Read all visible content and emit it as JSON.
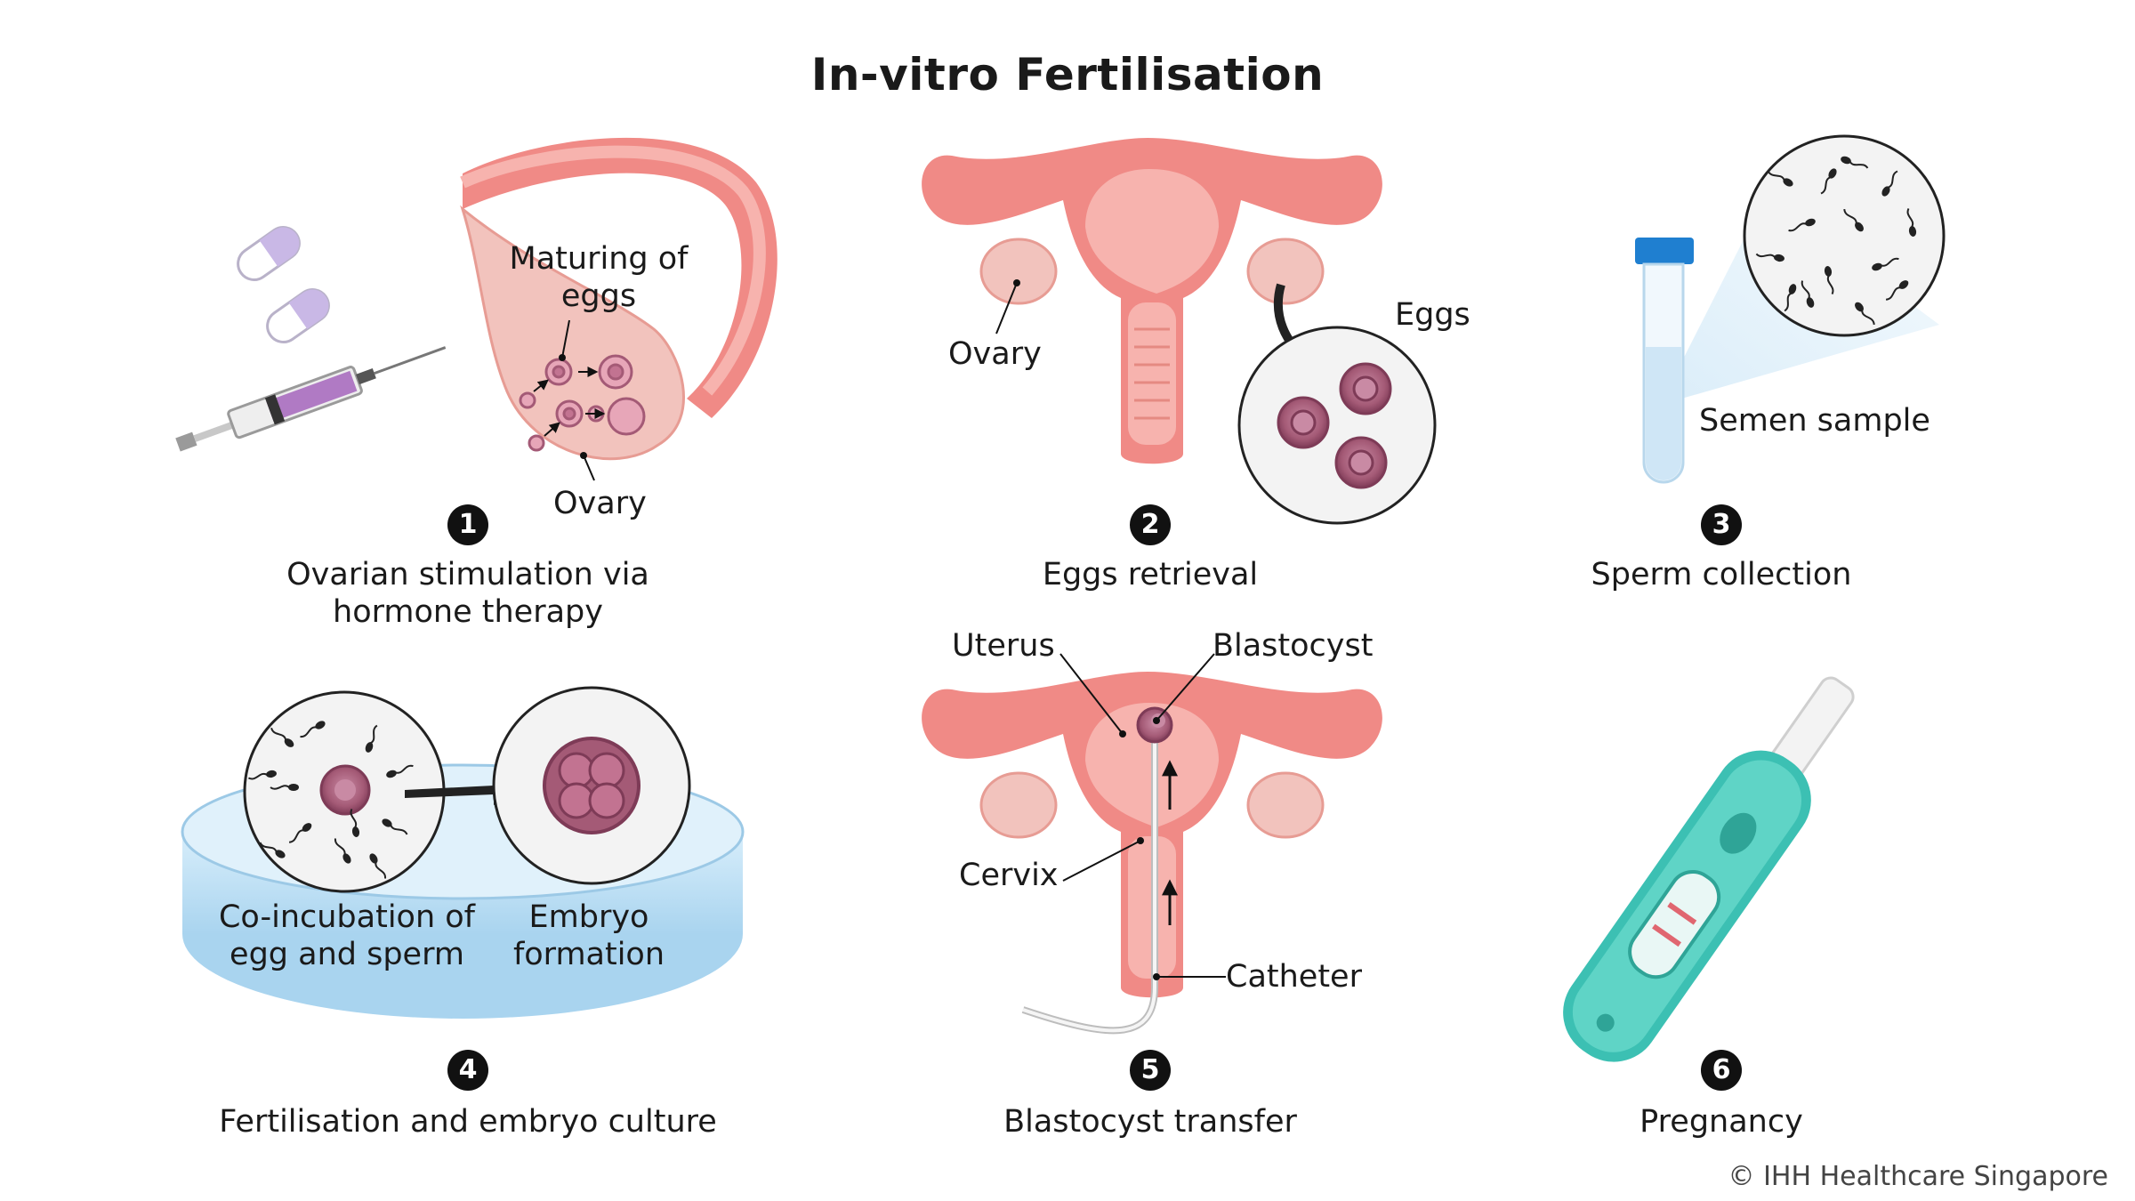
{
  "title": "In-vitro Fertilisation",
  "steps": [
    {
      "number": "1",
      "caption": "Ovarian stimulation via hormone therapy"
    },
    {
      "number": "2",
      "caption": "Eggs retrieval"
    },
    {
      "number": "3",
      "caption": "Sperm collection"
    },
    {
      "number": "4",
      "caption": "Fertilisation and embryo culture"
    },
    {
      "number": "5",
      "caption": "Blastocyst transfer"
    },
    {
      "number": "6",
      "caption": "Pregnancy"
    }
  ],
  "labels": {
    "maturing_of_eggs": "Maturing of eggs",
    "ovary_step1": "Ovary",
    "ovary_step2": "Ovary",
    "eggs": "Eggs",
    "semen_sample": "Semen sample",
    "co_incubation": "Co-incubation of egg and sperm",
    "embryo_formation": "Embryo formation",
    "uterus": "Uterus",
    "blastocyst": "Blastocyst",
    "cervix": "Cervix",
    "catheter": "Catheter"
  },
  "copyright": "© IHH Healthcare Singapore",
  "colors": {
    "uterus_pink": "#f08a86",
    "uterus_light": "#f7b3ae",
    "egg_purple": "#a45a76",
    "capsule_lavender": "#c9b8e6",
    "syringe_plunger": "#b07ac4",
    "dish_blue": "#bfe1f5",
    "tube_cap_blue": "#1f7fd0",
    "test_teal": "#3cc0b3",
    "badge_black": "#111111"
  }
}
